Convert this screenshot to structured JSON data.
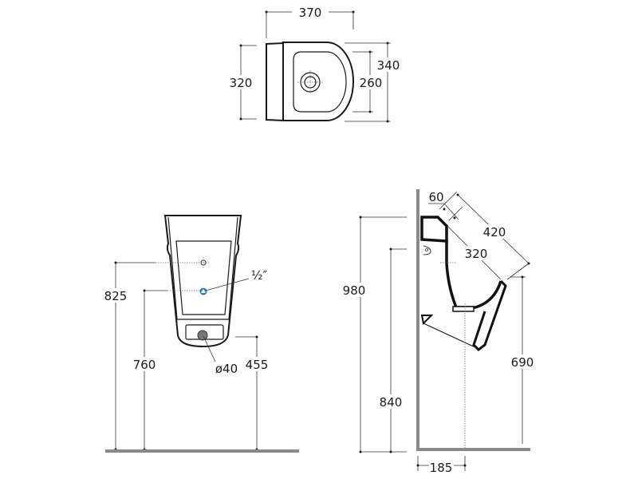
{
  "top_view": {
    "width_label": "370",
    "depth_label": "320",
    "overall_label": "340",
    "basin_label": "260"
  },
  "front_view": {
    "inlet_height_label": "825",
    "supply_height_label": "760",
    "supply_size_label": "½″",
    "drain_size_label": "ø40",
    "drain_height_label": "455"
  },
  "side_view": {
    "total_height_label": "980",
    "rim_height_label": "840",
    "lip_height_label": "690",
    "top_offset_label": "60",
    "projection_label": "420",
    "inner_projection_label": "320",
    "drain_offset_label": "185"
  },
  "colors": {
    "supply_marker": "#2e8ee0",
    "floor": "#8a8a8a",
    "drain": "#777777"
  }
}
